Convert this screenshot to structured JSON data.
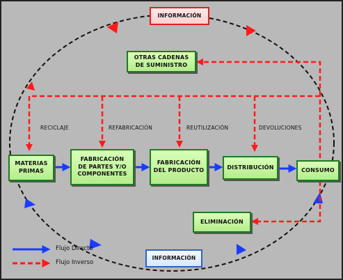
{
  "nodes": {
    "informacion_top": "INFORMACIÓN",
    "informacion_bottom": "INFORMACIÓN",
    "otras_cadenas": "OTRAS CADENAS\nDE SUMINISTRO",
    "materias_primas": "MATERIAS\nPRIMAS",
    "fabricacion_partes": "FABRICACIÓN\nDE PARTES Y/O\nCOMPONENTES",
    "fabricacion_producto": "FABRICACIÓN\nDEL PRODUCTO",
    "distribucion": "DISTRIBUCIÓN",
    "consumo": "CONSUMO",
    "eliminacion": "ELIMINACIÓN"
  },
  "edge_labels": {
    "reciclaje": "RECICLAJE",
    "refabricacion": "REFABRICACIÓN",
    "reutilizacion": "REUTILIZACIÓN",
    "devoluciones": "DEVOLUCIONES"
  },
  "legend": {
    "flujo_directo": "Flujo Directo",
    "flujo_inverso": "Flujo Inverso"
  },
  "colors": {
    "background": "#b9b9b9",
    "node_fill": "#c8f5a2",
    "node_border": "#1f7a1f",
    "direct_flow": "#1a3cff",
    "reverse_flow": "#ff1a1a",
    "info_top_border": "#e02020",
    "info_bottom_border": "#2d62c7",
    "cycle_line": "#111111"
  }
}
